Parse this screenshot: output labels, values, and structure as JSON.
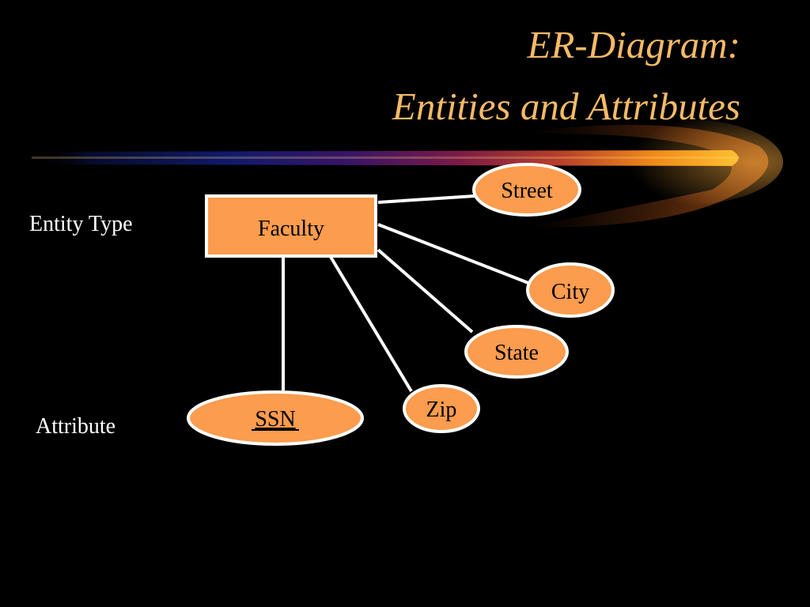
{
  "title": {
    "line1": "ER-Diagram:",
    "line2": "Entities and Attributes"
  },
  "labels": {
    "entity_type": "Entity Type",
    "attribute": "Attribute"
  },
  "entity": {
    "name": "Faculty"
  },
  "attributes": [
    {
      "name": "Street",
      "key": false
    },
    {
      "name": "City",
      "key": false
    },
    {
      "name": "State",
      "key": false
    },
    {
      "name": "Zip",
      "key": false
    },
    {
      "name": "SSN",
      "key": true
    }
  ],
  "colors": {
    "background": "#000000",
    "title": "#f6ba66",
    "shape_fill": "#fb9c4e",
    "shape_stroke": "#ffffff",
    "connector": "#ffffff",
    "label_text": "#ffffff",
    "shape_text": "#000000"
  }
}
